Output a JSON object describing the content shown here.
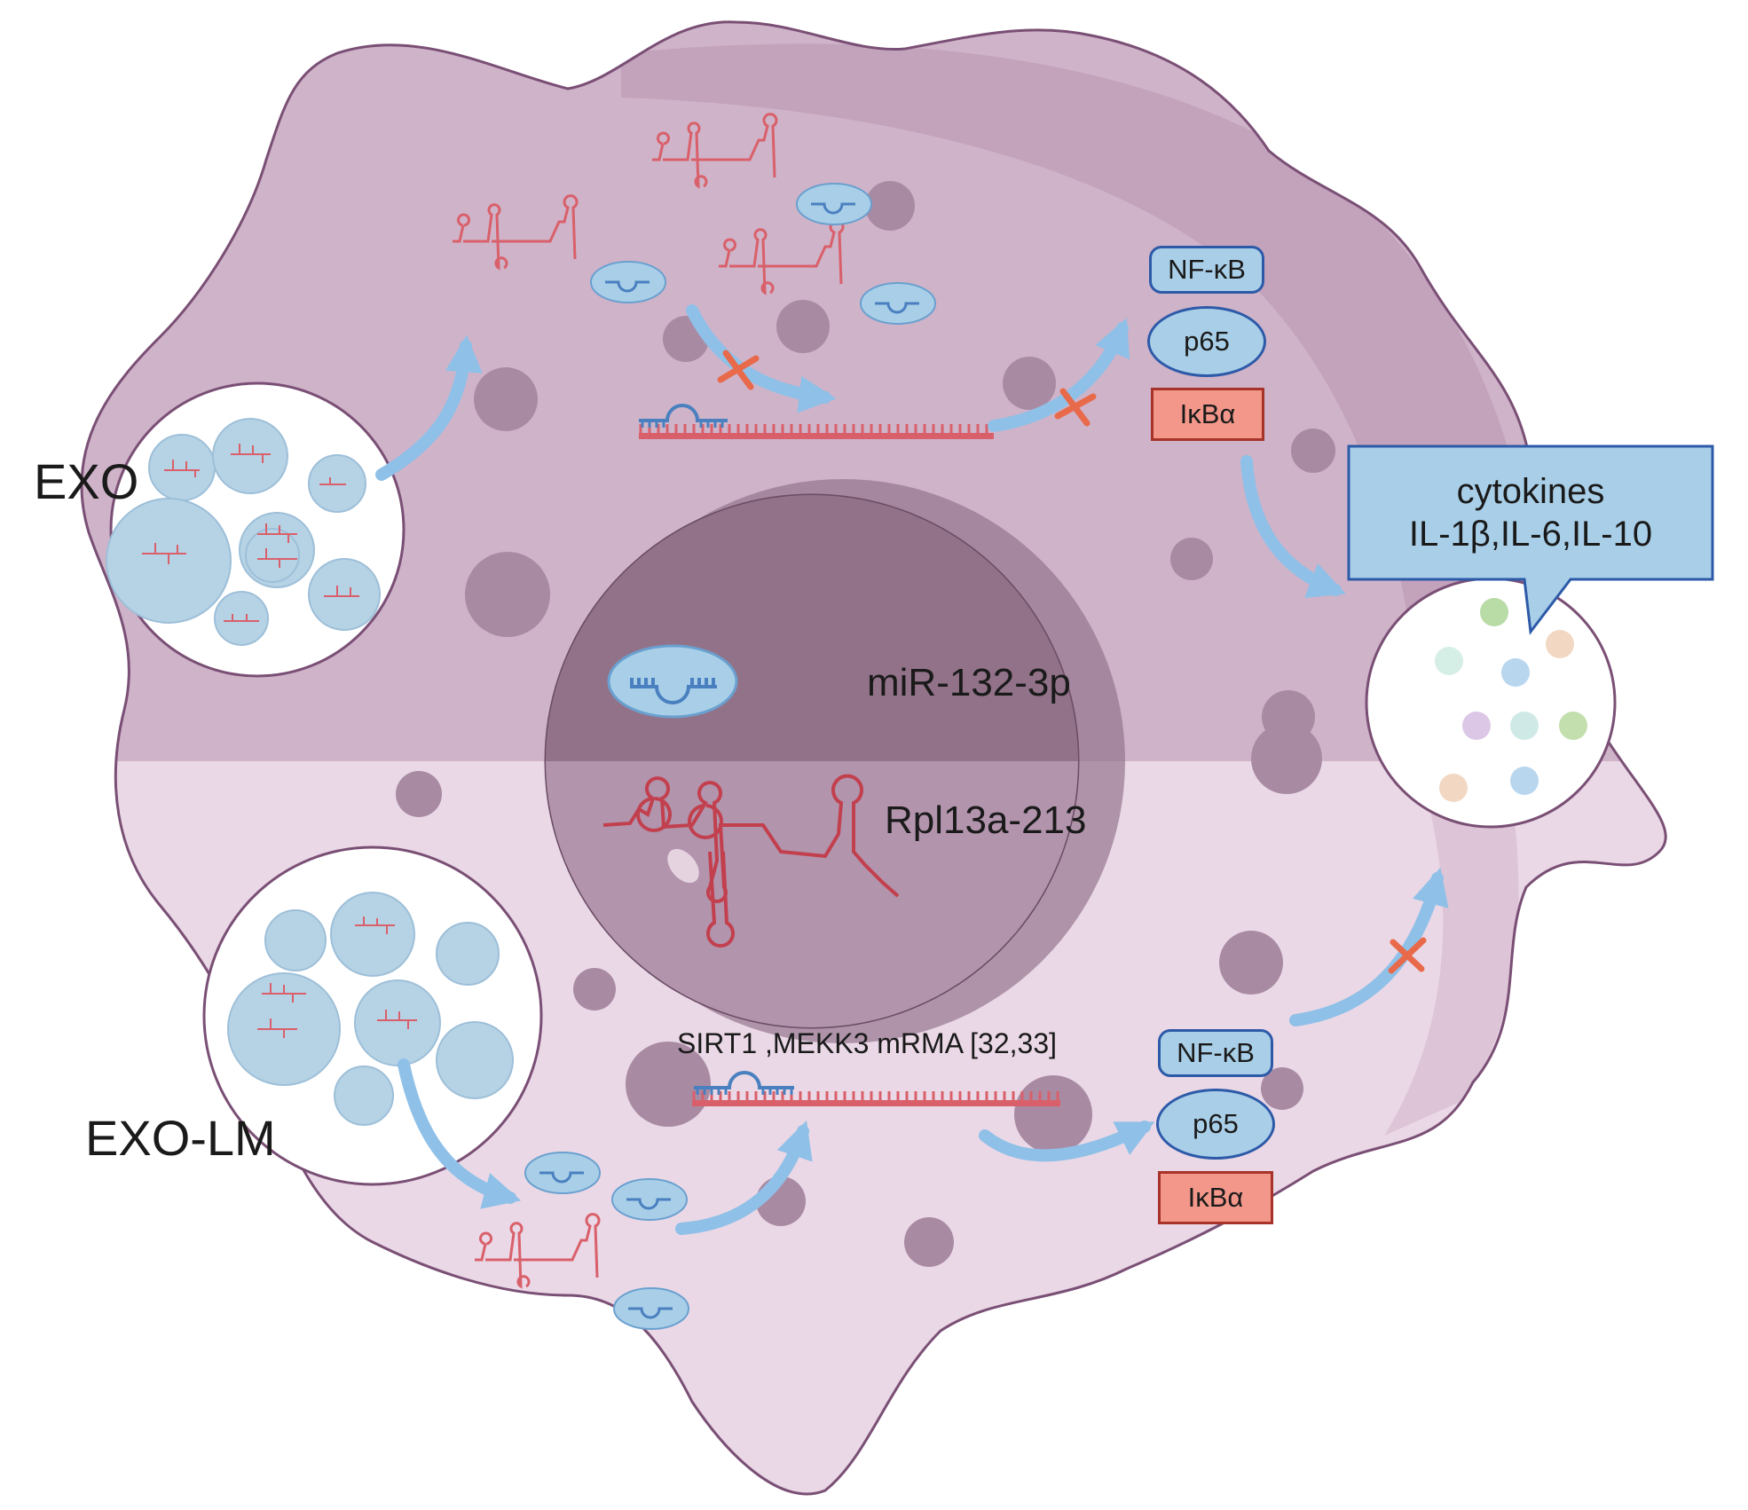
{
  "labels": {
    "exo": "EXO",
    "exo_lm": "EXO-LM",
    "mirna": "miR-132-3p",
    "rpl": "Rpl13a-213",
    "sirt": "SIRT1 ,MEKK3 mRMA [32,33]"
  },
  "callout": {
    "line1": "cytokines",
    "line2": "IL-1β,IL-6,IL-10"
  },
  "top_complex": {
    "nfkb": "NF-κB",
    "p65": "p65",
    "ikba": "IκBα"
  },
  "bottom_complex": {
    "nfkb": "NF-κB",
    "p65": "p65",
    "ikba": "IκBα"
  },
  "colors": {
    "cell_top": "#cfb3c9",
    "cell_bottom": "#ead8e6",
    "nucleus": "#9c7d97",
    "arrow": "#8fc0e8",
    "rna": "#d9606a",
    "mirna": "#a9cfe8",
    "inhibit": "#e86a4a"
  }
}
